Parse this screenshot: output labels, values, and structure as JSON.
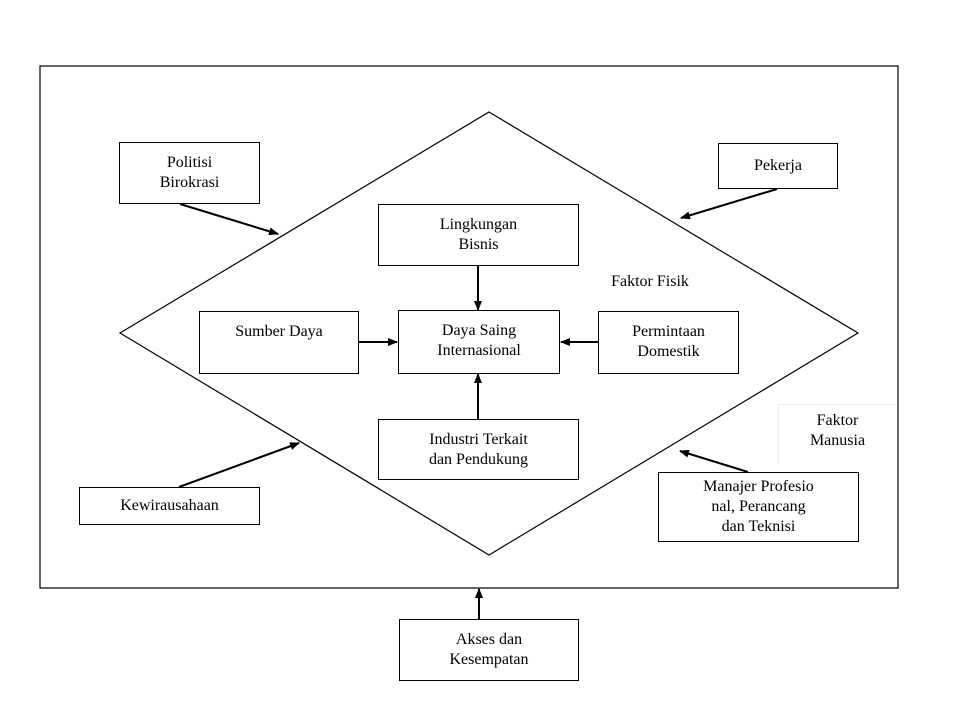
{
  "factors": {
    "fisik": "Faktor Fisik",
    "manusia": [
      "Faktor",
      "Manusia"
    ]
  },
  "nodes": {
    "politisi": [
      "Politisi",
      "Birokrasi"
    ],
    "pekerja": [
      "Pekerja"
    ],
    "lingkungan": [
      "Lingkungan",
      "Bisnis"
    ],
    "sumber": [
      "Sumber Daya"
    ],
    "daya_saing": [
      "Daya Saing",
      "Internasional"
    ],
    "permintaan": [
      "Permintaan",
      "Domestik"
    ],
    "industri": [
      "Industri Terkait",
      "dan Pendukung"
    ],
    "kewirausahaan": [
      "Kewirausahaan"
    ],
    "manajer": [
      "Manajer Profesio",
      "nal, Perancang",
      "dan Teknisi"
    ],
    "akses": [
      "Akses dan",
      "Kesempatan"
    ]
  }
}
